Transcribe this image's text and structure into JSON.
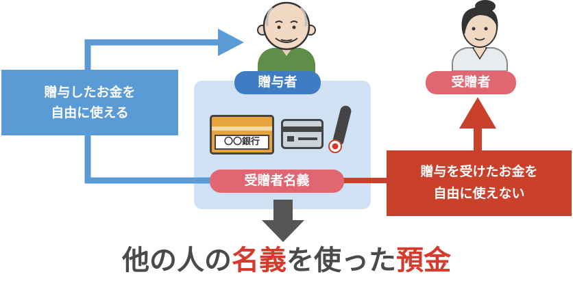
{
  "donor_label": "贈与者",
  "recipient_label": "受贈者",
  "account_label": "受贈者名義",
  "bankbook_text": "〇〇銀行",
  "left_note": [
    "贈与したお金を",
    "自由に使える"
  ],
  "right_note": [
    "贈与を受けたお金を",
    "自由に使えない"
  ],
  "title_parts": [
    "他の人の",
    "名義",
    "を使った",
    "預金"
  ],
  "colors": {
    "blue": "#5b9bd5",
    "blue_pill": "#3f7cc4",
    "light_blue": "#cfe1f3",
    "red": "#c9402b",
    "pink": "#e06672",
    "dark_gray": "#555555",
    "title_gray": "#4a4a4a",
    "title_red": "#d63a2c",
    "bankbook_orange": "#e7a33c"
  }
}
